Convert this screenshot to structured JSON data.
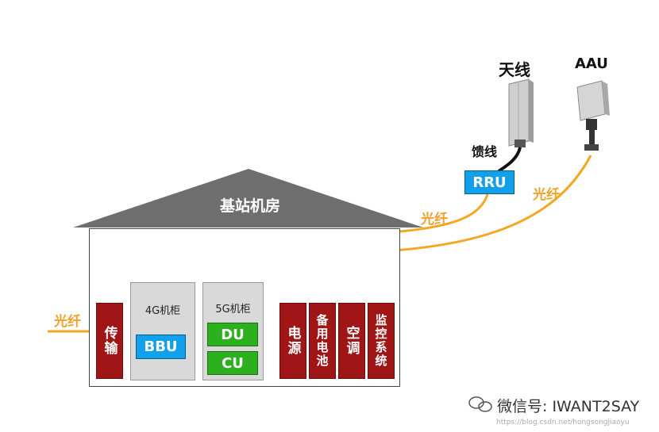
{
  "roof_label": "基站机房",
  "fiber_label": "光纤",
  "cabinet_4g": {
    "label": "4G机柜",
    "bbu": "BBU"
  },
  "cabinet_5g": {
    "label": "5G机柜",
    "du": "DU",
    "cu": "CU"
  },
  "transmission": "传输",
  "power": "电源",
  "backup_battery": "备用电池",
  "air_conditioning": "空调",
  "monitoring_system": "监控系统",
  "antenna_label": "天线",
  "feeder_label": "馈线",
  "rru_label": "RRU",
  "aau_label": "AAU",
  "watermark": {
    "text": "微信号: IWANT2SAY",
    "url": "https://blog.csdn.net/hongsongjiaoyu"
  },
  "colors": {
    "fiber": "#f5a623",
    "red": "#a01515",
    "blue": "#12a0ea",
    "green": "#2db01e",
    "roof": "#6e6e6e"
  }
}
